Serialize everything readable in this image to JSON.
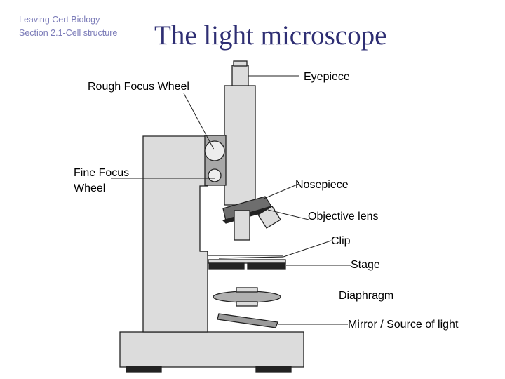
{
  "header": {
    "line1": "Leaving Cert Biology",
    "line2": "Section 2.1-Cell structure",
    "color": "#7b7bb8"
  },
  "title": {
    "text": "The light microscope",
    "color": "#2e2e73"
  },
  "labels": {
    "rough_focus": "Rough Focus Wheel",
    "fine_focus_1": "Fine Focus",
    "fine_focus_2": "Wheel",
    "eyepiece": "Eyepiece",
    "nosepiece": "Nosepiece",
    "objective": "Objective lens",
    "clip": "Clip",
    "stage": "Stage",
    "diaphragm": "Diaphragm",
    "mirror": "Mirror / Source of light"
  },
  "colors": {
    "body_fill": "#dcdcdc",
    "wheel_panel": "#a8a8a8",
    "dark_part": "#222222"
  }
}
